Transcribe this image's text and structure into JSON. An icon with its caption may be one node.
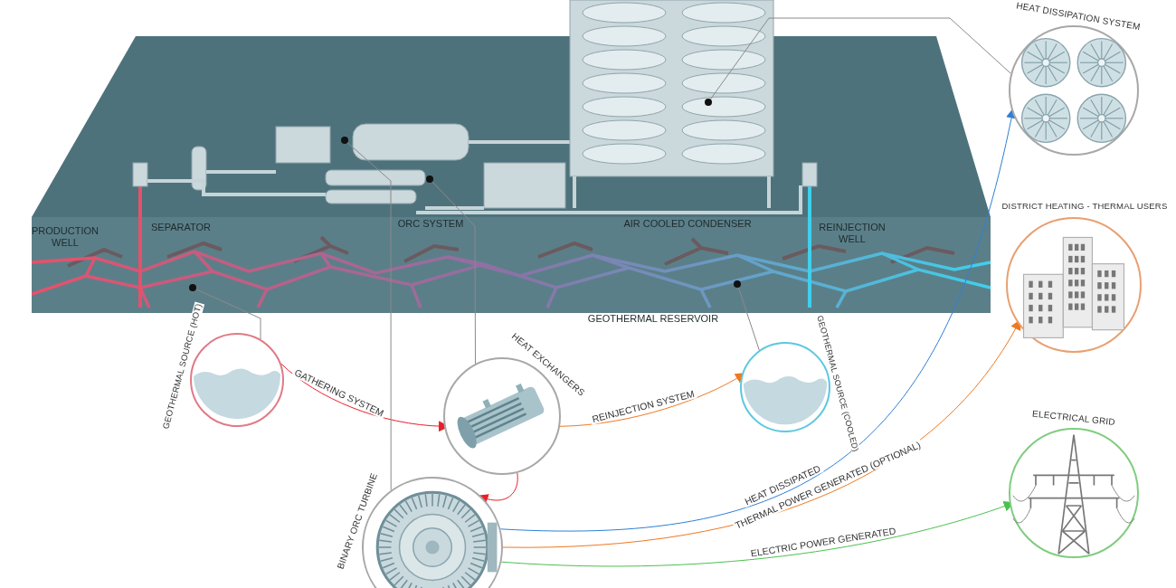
{
  "diagram": {
    "nodes": [
      {
        "text": [],
        "shape": "picture"
      },
      {
        "text": [],
        "shape": "circle"
      },
      {
        "text": [],
        "shape": "circle",
        "in": 0
      },
      {
        "text": [],
        "shape": "circle",
        "in": 0
      },
      {
        "text": [],
        "shape": "circle",
        "in": 0
      },
      {
        "text": [],
        "shape": "circle"
      },
      {
        "text": [
          "GEOTHERMAL SOURCE (HOT)"
        ]
      },
      {
        "text": [
          "HEAT EXCHANGERS"
        ]
      },
      {
        "text": [
          "GEOTHERMAL SOURCE (COOLED)"
        ]
      },
      {
        "text": [
          "BINARY ORC TURBINE"
        ]
      },
      {
        "text": [
          "HEAT DISSIPATION SYSTEM"
        ]
      },
      {
        "text": [
          "DISTRICT HEATING - THERMAL USERS"
        ]
      },
      {
        "text": [
          "ELECTRICAL GRID"
        ]
      }
    ],
    "edges": [
      {
        "from": 6,
        "to": 7,
        "arrow": "to",
        "label": "GATHERING SYSTEM",
        "color": "#e8202a"
      },
      {
        "from": 7,
        "to": 8,
        "arrow": "to",
        "label": "REINJECTION SYSTEM",
        "color": "#f07820"
      },
      {
        "from": 7,
        "to": 9,
        "arrow": "to",
        "color": "#e8202a"
      },
      {
        "from": 9,
        "to": 10,
        "arrow": "to",
        "label": "HEAT DISSIPATED",
        "color": "#2f7fd8"
      },
      {
        "from": 9,
        "to": 11,
        "arrow": "to",
        "label": "THERMAL POWER GENERATED (OPTIONAL)",
        "color": "#f07820"
      },
      {
        "from": 9,
        "to": 12,
        "arrow": "to",
        "label": "ELECTRIC POWER GENERATED",
        "color": "#4cc050"
      },
      {
        "from": 6,
        "to": 1,
        "arrow": "none"
      },
      {
        "from": 9,
        "to": 2,
        "arrow": "none"
      },
      {
        "from": 7,
        "to": 3,
        "arrow": "none"
      },
      {
        "from": 10,
        "to": 4,
        "arrow": "none"
      },
      {
        "from": 8,
        "to": 5,
        "arrow": "none"
      }
    ],
    "labels": [
      "PRODUCTION WELL",
      "SEPARATOR",
      "ORC SYSTEM",
      "AIR COOLED CONDENSER",
      "REINJECTION WELL",
      "GEOTHERMAL RESERVOIR"
    ]
  }
}
